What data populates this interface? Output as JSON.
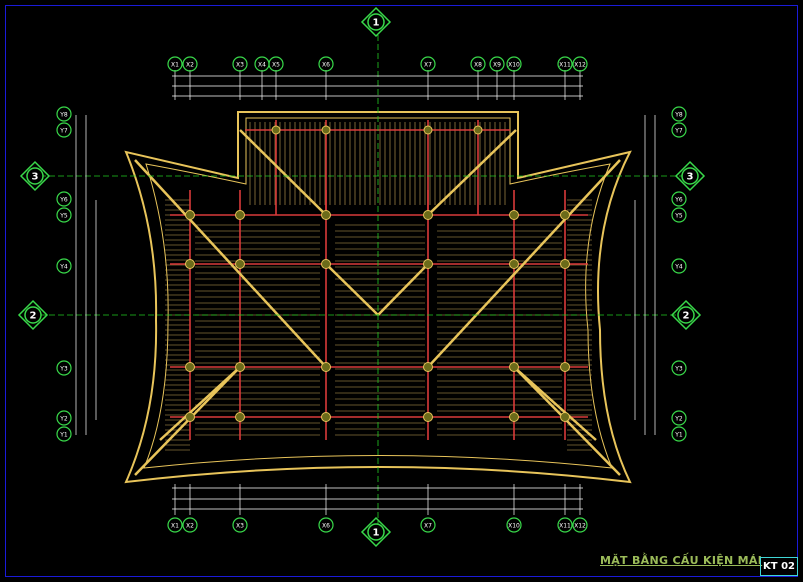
{
  "title": "MẶT BẰNG CẤU KIỆN MÁI",
  "sheet_code": "KT 02",
  "section_marks": {
    "top": "1",
    "bottom": "1",
    "left_upper": "3",
    "left_middle": "2",
    "right_upper": "3",
    "right_middle": "2"
  },
  "grid_x": [
    "X1",
    "X2",
    "X3",
    "X4",
    "X5",
    "X6",
    "X7",
    "X8",
    "X9",
    "X10",
    "X11",
    "X12"
  ],
  "grid_x_bottom": [
    "X1",
    "X2",
    "X3",
    "X6",
    "X7",
    "X10",
    "X11",
    "X12"
  ],
  "grid_y_left": [
    "Y8",
    "Y7",
    "Y6",
    "Y5",
    "Y4",
    "Y3",
    "Y2",
    "Y1"
  ],
  "colors": {
    "background": "#000000",
    "frame": "#1b1bd8",
    "timber": "#e8c45a",
    "beam": "#d93a3a",
    "grid_marker": "#39d94a",
    "dimension": "#ffffff",
    "centerline": "#22cc22",
    "title": "#9bbb59"
  }
}
